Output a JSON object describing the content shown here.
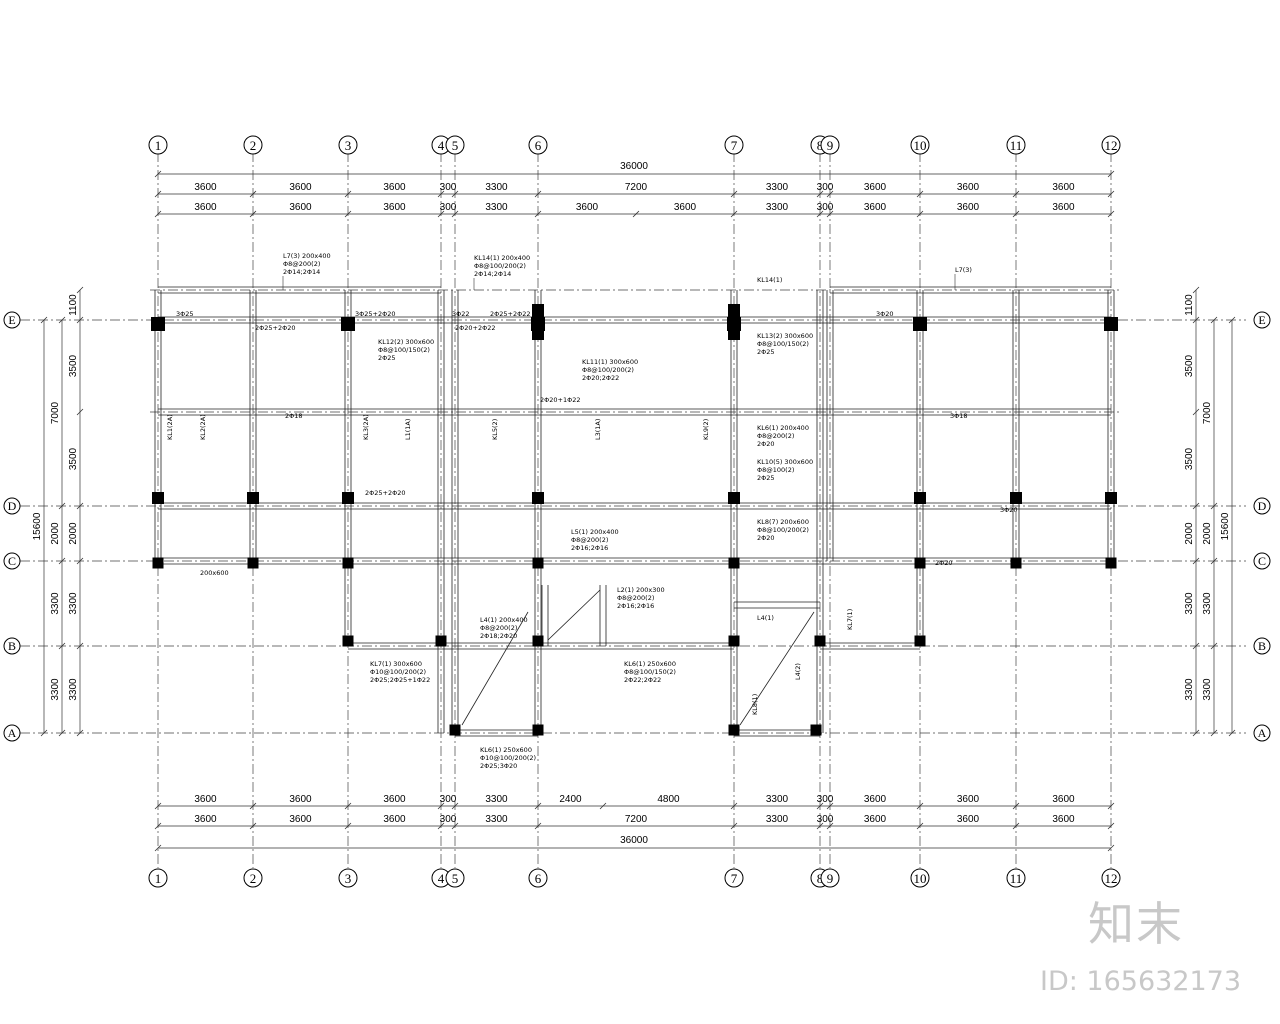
{
  "grid_columns": [
    "1",
    "2",
    "3",
    "4",
    "5",
    "6",
    "7",
    "8",
    "9",
    "10",
    "11",
    "12"
  ],
  "grid_rows": [
    "E",
    "D",
    "C",
    "B",
    "A"
  ],
  "dims_top_outer": [
    "3600",
    "3600",
    "3600",
    "300",
    "3300",
    "7200",
    "3300",
    "300",
    "3600",
    "3600",
    "3600"
  ],
  "dims_top_inner": [
    "3600",
    "3600",
    "3600",
    "300",
    "3300",
    "3600",
    "3600",
    "3300",
    "300",
    "3600",
    "3600",
    "3600"
  ],
  "total_width": "36000",
  "dims_bottom_inner": [
    "3600",
    "3600",
    "3600",
    "300",
    "3300",
    "2400",
    "4800",
    "3300",
    "300",
    "3600",
    "3600",
    "3600"
  ],
  "dims_bottom_outer": [
    "3600",
    "3600",
    "3600",
    "300",
    "3300",
    "7200",
    "3300",
    "300",
    "3600",
    "3600",
    "3600"
  ],
  "dims_left_inner": [
    "1100",
    "3500",
    "3500",
    "2000",
    "3300",
    "3300"
  ],
  "dims_left_mid": [
    "7000",
    "2000",
    "3300",
    "3300"
  ],
  "dims_left_total": "15600",
  "dims_right_inner": [
    "1100",
    "3500",
    "3500",
    "2000",
    "3300",
    "3300"
  ],
  "dims_right_mid": [
    "7000",
    "2000",
    "3300",
    "3300"
  ],
  "dims_right_total": "15600",
  "beam_notes": [
    "L7(3) 200x400",
    "Φ8@200(2)",
    "2Φ14;2Φ14",
    "KL14(1) 200x400",
    "Φ8@100/200(2)",
    "2Φ14;2Φ14",
    "KL14(1)",
    "L7(3)",
    "KL12(2) 300x600",
    "Φ8@100/150(2)",
    "2Φ25",
    "KL11(1) 300x600",
    "Φ8@100/200(2)",
    "2Φ20;2Φ22",
    "KL13(2) 300x600",
    "Φ8@100/150(2)",
    "2Φ25",
    "KL6(1) 200x400",
    "Φ8@200(2)",
    "2Φ20",
    "KL10(5) 300x600",
    "Φ8@100(2)",
    "2Φ25",
    "KL8(7) 200x600",
    "Φ8@100/200(2)",
    "2Φ20",
    "L5(1) 200x400",
    "Φ8@200(2)",
    "2Φ16;2Φ16",
    "L4(1) 200x400",
    "Φ8@200(2)",
    "2Φ18;2Φ20",
    "L2(1) 200x300",
    "Φ8@200(2)",
    "2Φ16;2Φ16",
    "KL6(1) 250x600",
    "Φ8@100/150(2)",
    "2Φ22;2Φ22",
    "KL7(1) 300x600",
    "Φ10@100/200(2)",
    "2Φ25;2Φ25+1Φ22",
    "KL6(1) 250x600",
    "Φ10@100/200(2)",
    "2Φ25;3Φ20",
    "L4(1)",
    "KL7(1)",
    "KL8(1)",
    "L4(2)",
    "KL1(2A)",
    "KL2(2A)",
    "KL3(2A)",
    "L1(1A)",
    "KL5(2)",
    "L3(1A)",
    "KL9(2)"
  ],
  "rebar_marks": [
    "3Φ25",
    "2Φ25+2Φ20",
    "3Φ25+2Φ20",
    "2Φ20+2Φ22",
    "2Φ25+2Φ22",
    "3Φ22",
    "3Φ20",
    "2Φ20+1Φ22",
    "2Φ18",
    "3Φ18",
    "2Φ25+2Φ20",
    "3Φ20",
    "2Φ20",
    "200x600"
  ],
  "watermark_logo": "知末",
  "watermark_id": "ID: 165632173"
}
